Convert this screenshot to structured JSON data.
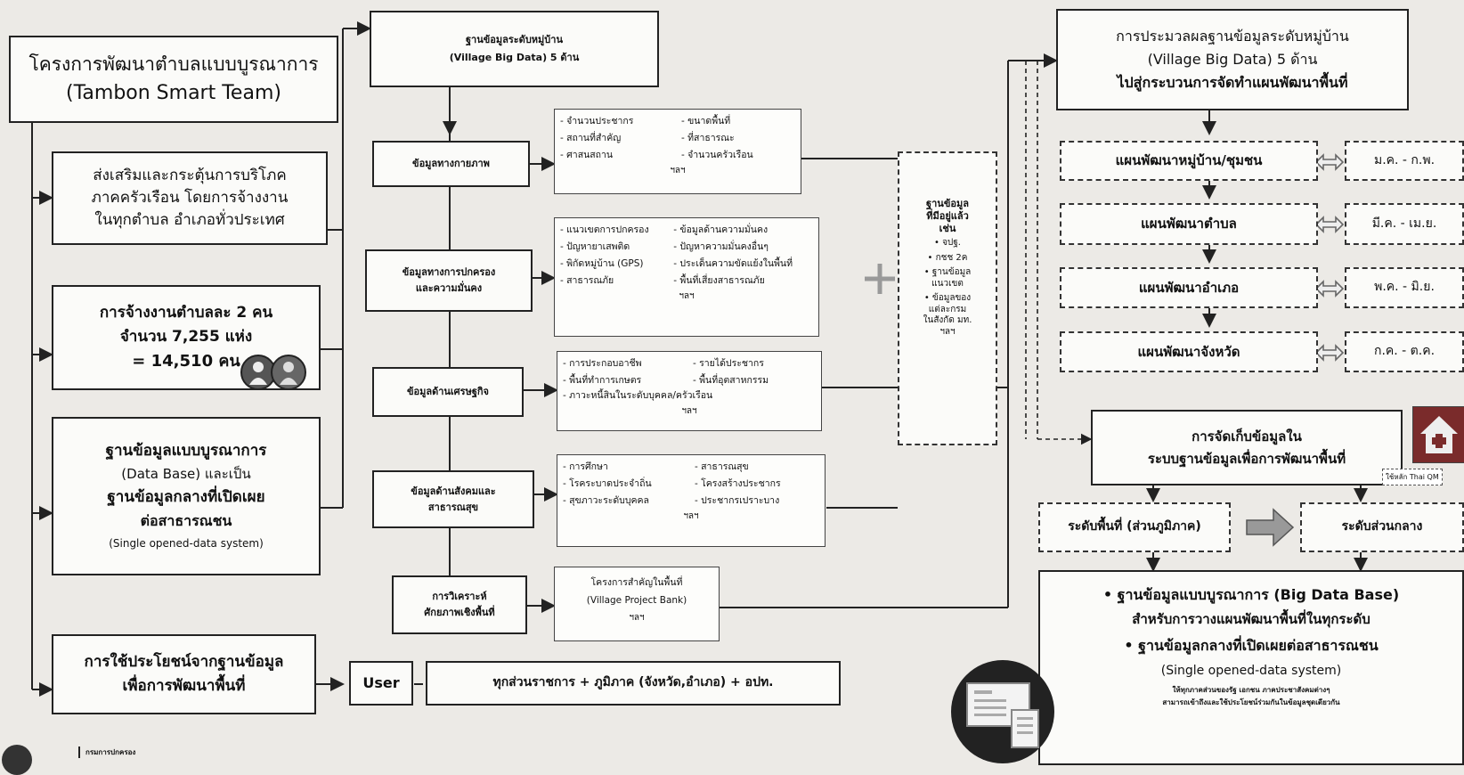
{
  "left": {
    "title_line1": "โครงการพัฒนาตำบลแบบบูรณาการ",
    "title_line2": "(Tambon Smart Team)",
    "box1": [
      "ส่งเสริมและกระตุ้นการบริโภค",
      "ภาคครัวเรือน โดยการจ้างงาน",
      "ในทุกตำบล อำเภอทั่วประเทศ"
    ],
    "box2": [
      "การจ้างงานตำบลละ 2 คน",
      "จำนวน 7,255 แห่ง",
      "= 14,510 คน"
    ],
    "box3": [
      "ฐานข้อมูลแบบบูรณาการ",
      "(Data Base) และเป็น",
      "ฐานข้อมูลกลางที่เปิดเผย",
      "ต่อสาธารณชน",
      "(Single opened-data system)"
    ],
    "box4": [
      "การใช้ประโยชน์จากฐานข้อมูล",
      "เพื่อการพัฒนาพื้นที่"
    ],
    "user": "User",
    "user_desc": "ทุกส่วนราชการ + ภูมิภาค (จังหวัด,อำเภอ) + อปท.",
    "footer": "กรมการปกครอง"
  },
  "middle": {
    "top_line1": "ฐานข้อมูลระดับหมู่บ้าน",
    "top_line2": "(Village Big Data) 5 ด้าน",
    "categories": [
      {
        "label": [
          "ข้อมูลทางกายภาพ"
        ],
        "items": [
          "- จำนวนประชากร",
          "- ขนาดพื้นที่",
          "- สถานที่สำคัญ",
          "- ที่สาธารณะ",
          "- ศาสนสถาน",
          "- จำนวนครัวเรือน"
        ],
        "etc": "ฯลฯ"
      },
      {
        "label": [
          "ข้อมูลทางการปกครอง",
          "และความมั่นคง"
        ],
        "items": [
          "- แนวเขตการปกครอง",
          "- ข้อมูลด้านความมั่นคง",
          "- ปัญหายาเสพติด",
          "- ปัญหาความมั่นคงอื่นๆ",
          "- พิกัดหมู่บ้าน (GPS)",
          "- ประเด็นความขัดแย้งในพื้นที่",
          "- สาธารณภัย",
          "- พื้นที่เสี่ยงสาธารณภัย"
        ],
        "etc": "ฯลฯ"
      },
      {
        "label": [
          "ข้อมูลด้านเศรษฐกิจ"
        ],
        "items": [
          "- การประกอบอาชีพ",
          "- รายได้ประชากร",
          "- พื้นที่ทำการเกษตร",
          "- พื้นที่อุตสาหกรรม",
          "- ภาวะหนี้สินในระดับบุคคล/ครัวเรือน",
          ""
        ],
        "etc": "ฯลฯ"
      },
      {
        "label": [
          "ข้อมูลด้านสังคมและ",
          "สาธารณสุข"
        ],
        "items": [
          "- การศึกษา",
          "- สาธารณสุข",
          "- โรคระบาดประจำถิ่น",
          "- โครงสร้างประชากร",
          "- สุขภาวะระดับบุคคล",
          "- ประชากรเปราะบาง"
        ],
        "etc": "ฯลฯ"
      },
      {
        "label": [
          "การวิเคราะห์",
          "ศักยภาพเชิงพื้นที่"
        ],
        "items": [
          "โครงการสำคัญในพื้นที่",
          "(Village Project Bank)"
        ],
        "etc": "ฯลฯ"
      }
    ],
    "existing_db": [
      "ฐานข้อมูล",
      "ที่มีอยู่แล้ว",
      "เช่น",
      "• จปฐ.",
      "• กชช 2ค",
      "• ฐานข้อมูล",
      "แนวเขต",
      "• ข้อมูลของ",
      "แต่ละกรม",
      "ในสังกัด มท.",
      "ฯลฯ"
    ]
  },
  "right": {
    "top": [
      "การประมวลผลฐานข้อมูลระดับหมู่บ้าน",
      "(Village Big Data) 5 ด้าน",
      "ไปสู่กระบวนการจัดทำแผนพัฒนาพื้นที่"
    ],
    "plans": [
      {
        "name": "แผนพัฒนาหมู่บ้าน/ชุมชน",
        "period": "ม.ค. - ก.พ."
      },
      {
        "name": "แผนพัฒนาตำบล",
        "period": "มี.ค. - เม.ย."
      },
      {
        "name": "แผนพัฒนาอำเภอ",
        "period": "พ.ค. - มิ.ย."
      },
      {
        "name": "แผนพัฒนาจังหวัด",
        "period": "ก.ค. - ต.ค."
      }
    ],
    "storage": [
      "การจัดเก็บข้อมูลใน",
      "ระบบฐานข้อมูลเพื่อการพัฒนาพื้นที่"
    ],
    "thaiqm": "ใช้หลัก Thai QM",
    "level_area": "ระดับพื้นที่ (ส่วนภูมิภาค)",
    "level_central": "ระดับส่วนกลาง",
    "bottom": [
      "• ฐานข้อมูลแบบบูรณาการ (Big Data Base)",
      "สำหรับการวางแผนพัฒนาพื้นที่ในทุกระดับ",
      "• ฐานข้อมูลกลางที่เปิดเผยต่อสาธารณชน",
      "(Single opened-data system)",
      "ให้ทุกภาคส่วนของรัฐ เอกชน ภาคประชาสังคมต่างๆ",
      "สามารถเข้าถึงและใช้ประโยชน์ร่วมกันในข้อมูลชุดเดียวกัน"
    ]
  }
}
